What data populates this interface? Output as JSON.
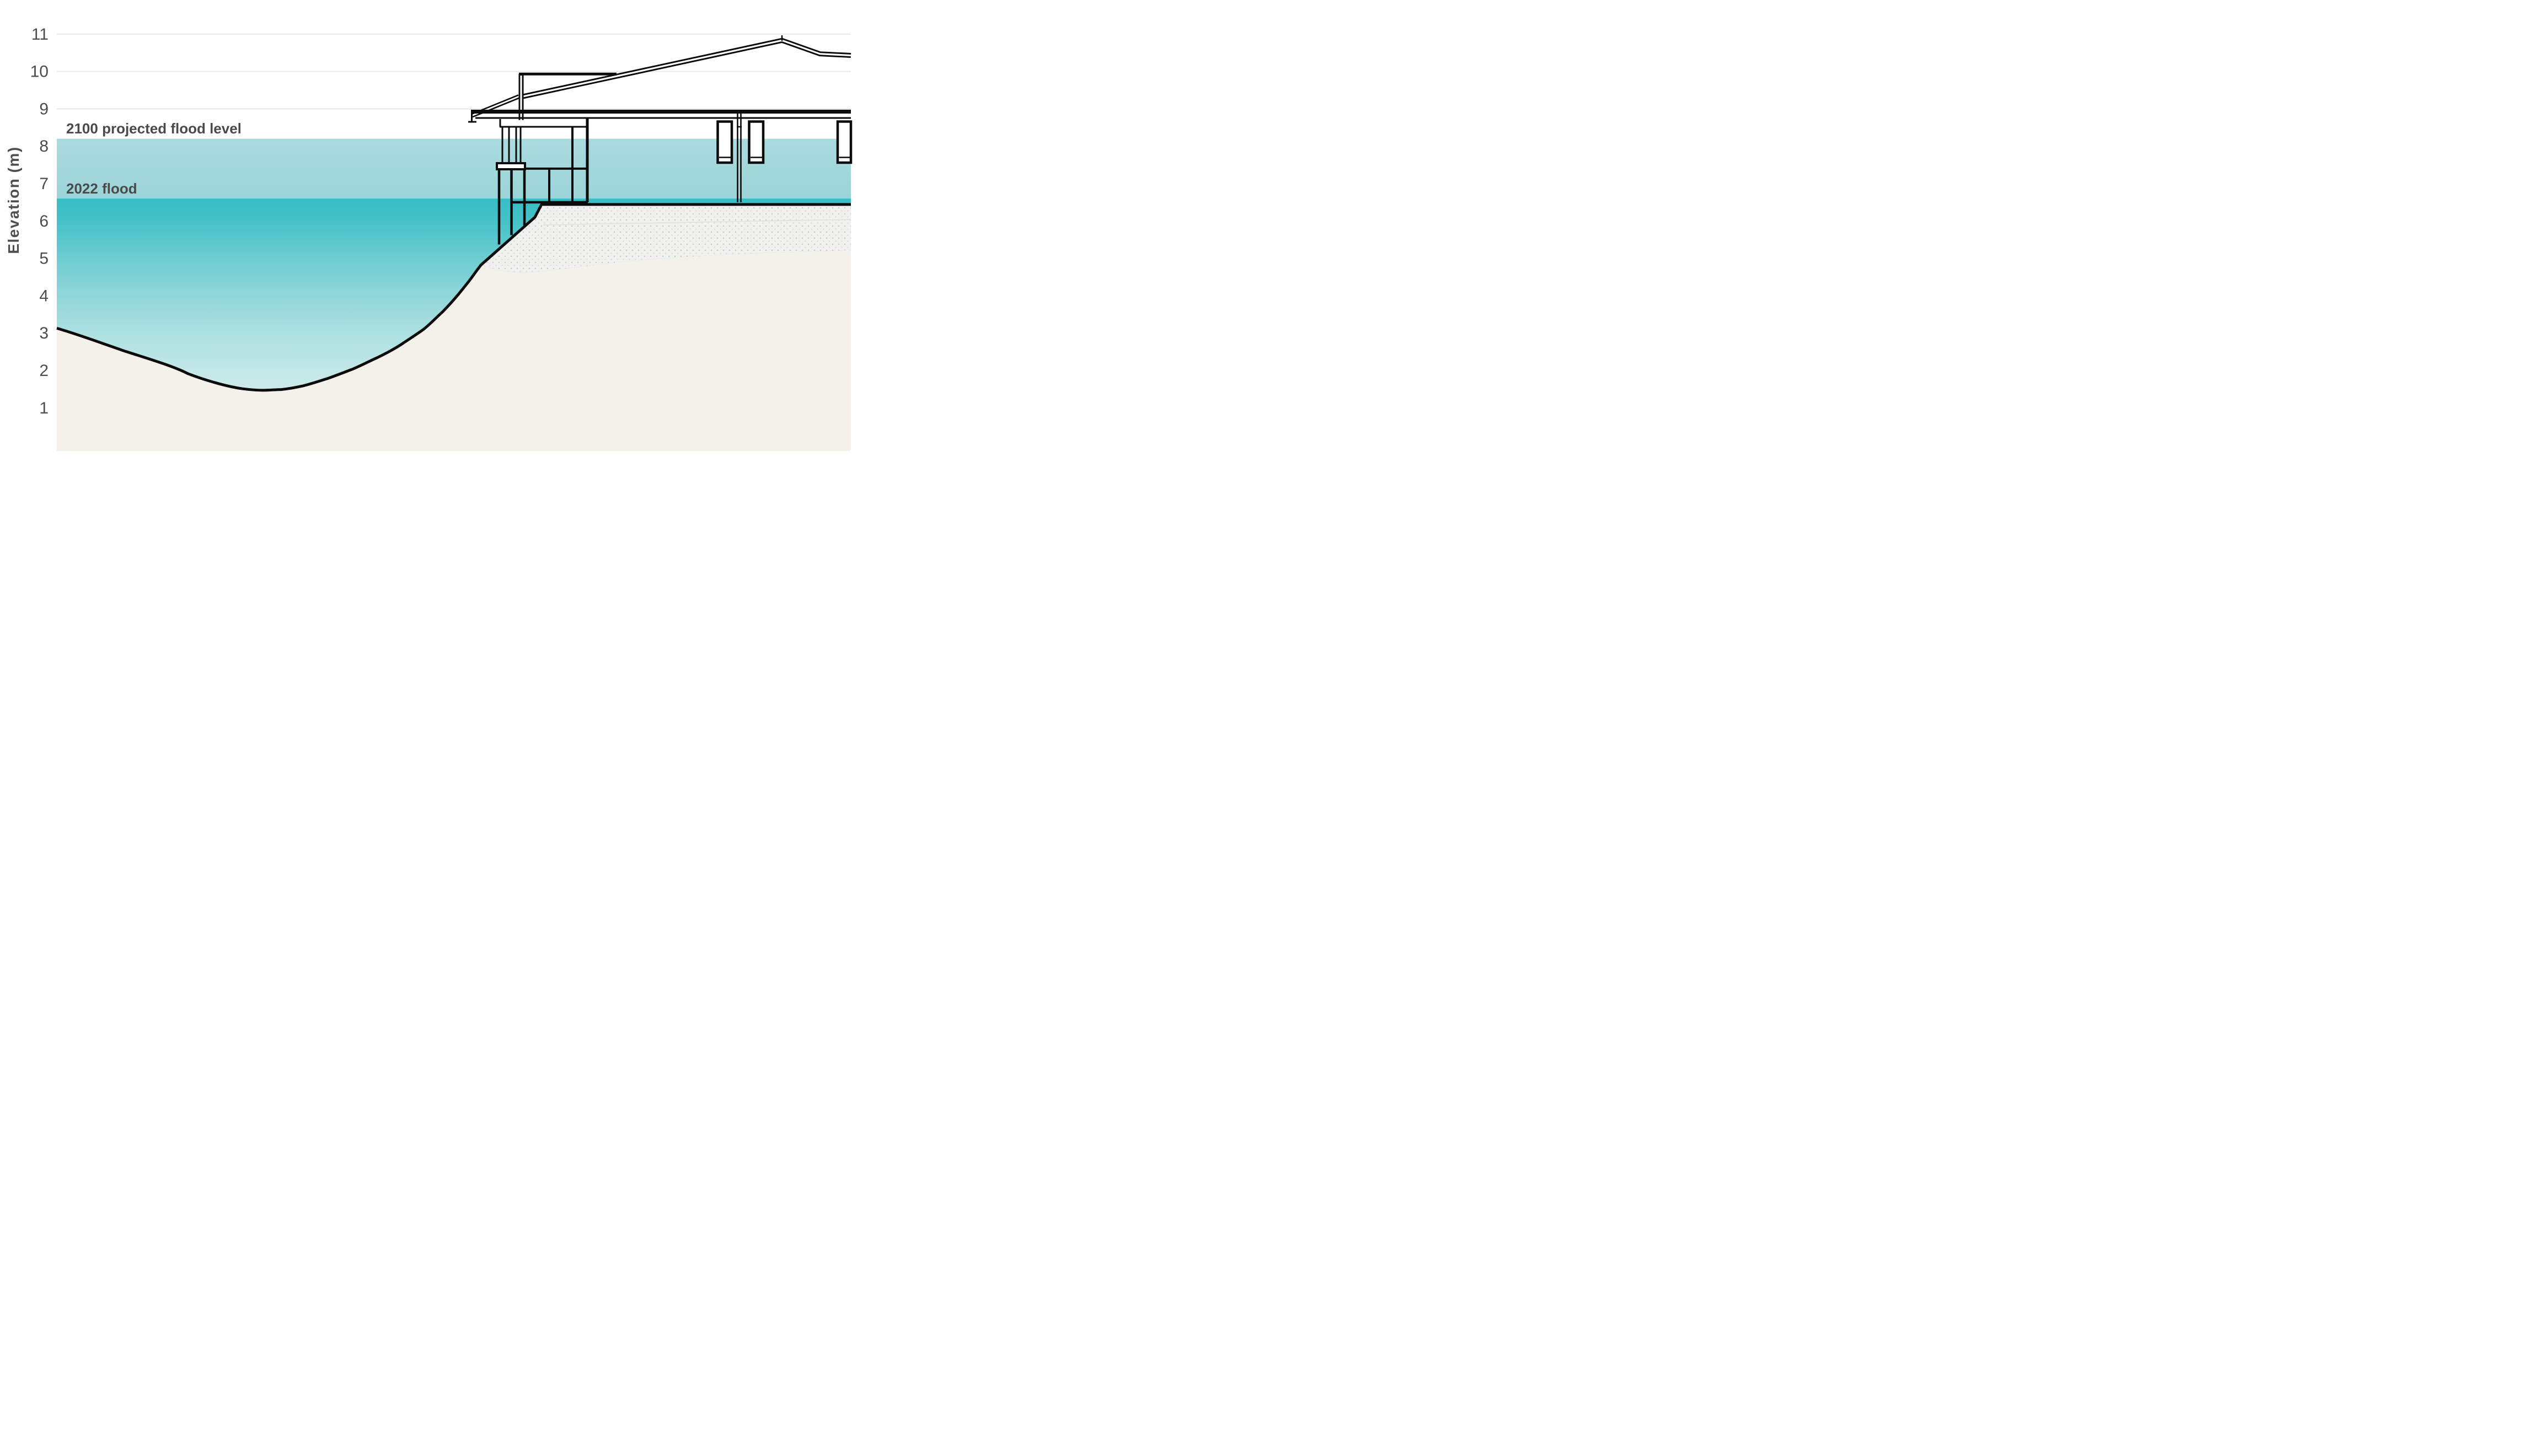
{
  "axis": {
    "ylabel": "Elevation (m)",
    "ticks": [
      "11",
      "10",
      "9",
      "8",
      "7",
      "6",
      "5",
      "4",
      "3",
      "2",
      "1"
    ]
  },
  "annotations": {
    "flood_2100_label": "2100 projected flood level",
    "flood_2022_label": "2022 flood"
  },
  "colors": {
    "flood_2100_band_top": "#abdbde",
    "flood_2100_band_bottom": "#9bd4d8",
    "flood_2022_top": "#36bec5",
    "water_fade_bottom": "#ddf1ef",
    "ground_beige": "#f4f0ea",
    "fill_pad_base": "#f1f1f0",
    "fill_pad_dots": "#c9c9c9",
    "gridline": "#e9e9e9",
    "linework": "#0b0b0b",
    "text": "#4a4a4a"
  },
  "chart_data": {
    "type": "area",
    "title": "",
    "xlabel": "",
    "ylabel": "Elevation (m)",
    "ylim": [
      0,
      11.5
    ],
    "grid": "horizontal gridlines at 9, 10, 11 m (lower ones hidden behind flood bands)",
    "legend_position": "none",
    "flood_levels_m": {
      "projected_2100": 8.2,
      "flood_2022": 6.6
    },
    "ground_pad_elevation_m": 6.45,
    "terrain_profile_x_fraction_elev_m": [
      [
        0.0,
        3.13
      ],
      [
        0.04,
        2.87
      ],
      [
        0.08,
        2.55
      ],
      [
        0.12,
        2.23
      ],
      [
        0.165,
        1.92
      ],
      [
        0.2,
        1.65
      ],
      [
        0.235,
        1.47
      ],
      [
        0.28,
        1.49
      ],
      [
        0.31,
        1.59
      ],
      [
        0.34,
        1.79
      ],
      [
        0.37,
        2.04
      ],
      [
        0.4,
        2.35
      ],
      [
        0.43,
        2.7
      ],
      [
        0.46,
        3.1
      ],
      [
        0.485,
        3.56
      ],
      [
        0.505,
        4.05
      ],
      [
        0.523,
        4.5
      ],
      [
        0.534,
        4.82
      ],
      [
        0.602,
        6.1
      ],
      [
        0.61,
        6.44
      ],
      [
        1.0,
        6.44
      ]
    ],
    "natural_ground_under_fill_x_fraction_elev_m": [
      [
        0.534,
        4.82
      ],
      [
        0.555,
        4.7
      ],
      [
        0.588,
        4.62
      ],
      [
        0.636,
        4.72
      ],
      [
        0.692,
        4.86
      ],
      [
        0.762,
        5.0
      ],
      [
        0.845,
        5.1
      ],
      [
        0.928,
        5.17
      ],
      [
        1.0,
        5.22
      ]
    ],
    "house": {
      "floor_band_elevation_m": 8.8,
      "porch_ceiling_elevation_m": 8.5,
      "clerestory_top_elevation_m": 9.93,
      "roof_peak_elevation_m": 10.83,
      "roof_right_eave_elevation_m": 10.45,
      "window_bottom_elevation_m": 7.56,
      "pier_cap_elevation_m": 7.5,
      "understorey_rail_elevation_m": 6.5
    }
  }
}
